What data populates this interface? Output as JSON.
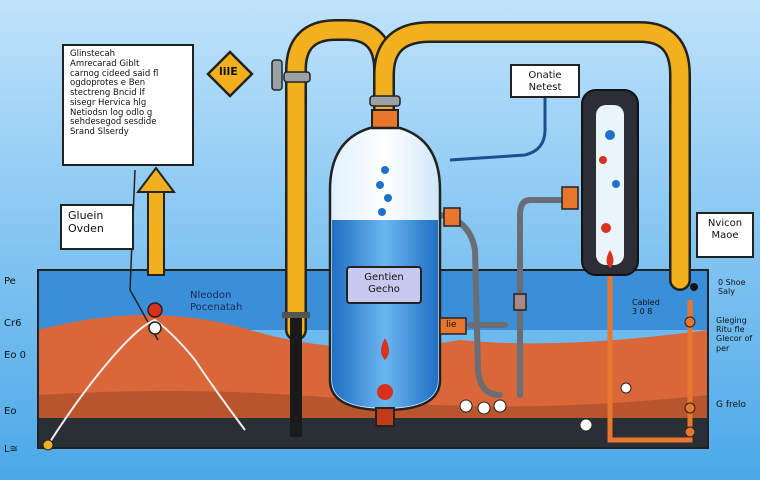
{
  "colors": {
    "sky_top": "#bfe3fb",
    "sky_bottom": "#4aa8e8",
    "water": "#3b8fd8",
    "soil": "#d9673a",
    "ground_dark": "#2a2f36",
    "pipe": "#f2b01e",
    "tube": "#e8762c",
    "droplet_red": "#d8311d",
    "droplet_blue": "#1d73c9"
  },
  "icons": [
    "warning-sign-icon",
    "up-arrow-icon",
    "droplet-icon",
    "valve-icon"
  ],
  "labels": {
    "callout_text": "Glinstecah\nAmrecarad Giblt\ncarnog cideed said fl\nogdoprotes e Ben\nstectreng Bncid lf\nsisegr Hervica hlg\nNetiodsn log odlo g\nsehdesegod sesdide\nSrand Slserdy",
    "warning_sign": "lilE",
    "left_box": "Gluein\nOvden",
    "vessel_label": "Gentien\nGecho",
    "top_center_box": "Onatie\nNetest",
    "right_box": "Nvicon\nMaoe",
    "soil_label": "Nleodon\nPocenatah",
    "side_p": "Pe",
    "side_cr": "Cr6",
    "side_eo": "Eo 0",
    "side_ea": "Eo",
    "side_le": "L≅",
    "tap_label": "lie",
    "right_top": "0 Shoe\nSaly",
    "right_cabled": "Cabled\n3 0 8",
    "right_mid": "Gleging\nRitu fle\nGlecor of\nper",
    "right_bottom": "G frelo"
  }
}
